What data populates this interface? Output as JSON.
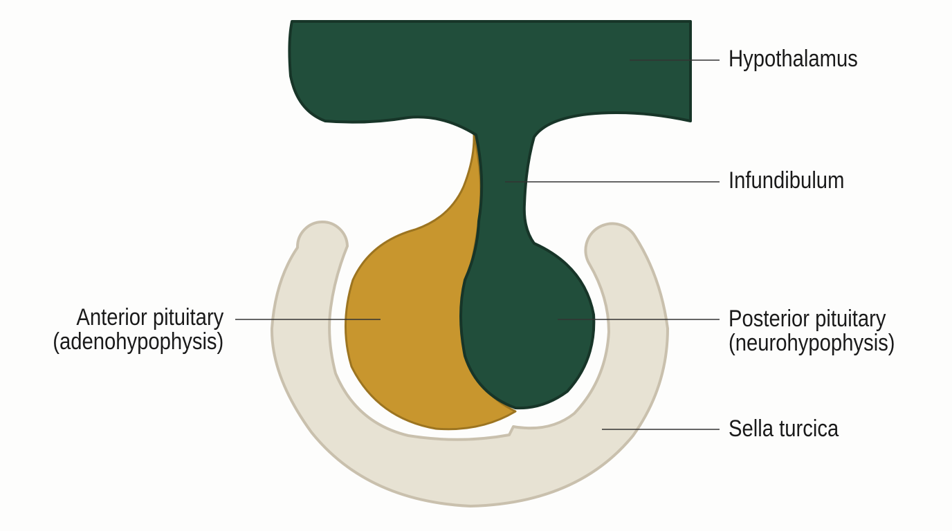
{
  "labels": {
    "hypothalamus": "Hypothalamus",
    "infundibulum": "Infundibulum",
    "anterior_line1": "Anterior pituitary",
    "anterior_line2": "(adenohypophysis)",
    "posterior_line1": "Posterior pituitary",
    "posterior_line2": "(neurohypophysis)",
    "sella_turcica": "Sella turcica"
  },
  "colors": {
    "hypothalamus_fill": "#214e3b",
    "outline_dark": "#173528",
    "anterior_fill": "#c8962e",
    "anterior_outline": "#9c7420",
    "sella_fill": "#e7e2d3",
    "sella_outline": "#c9c0ad",
    "leader_line": "#333333",
    "background": "#fdfdfc"
  }
}
